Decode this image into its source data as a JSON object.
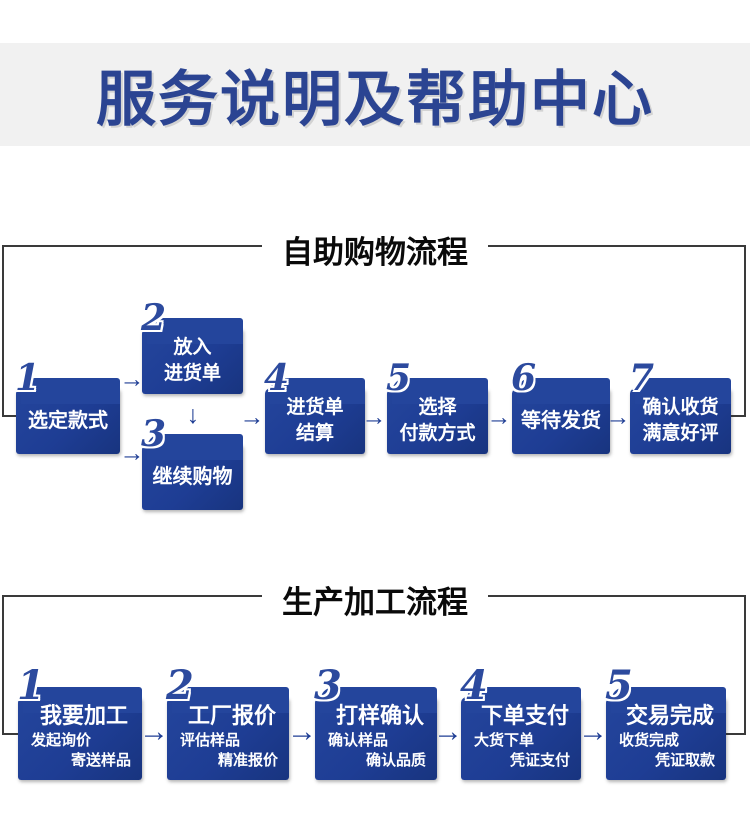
{
  "banner": {
    "title": "服务说明及帮助中心"
  },
  "glyphs": {
    "arrow_right": "→",
    "arrow_down": "↓"
  },
  "colors": {
    "box_blue": "#1e3d94",
    "num_blue": "#2c4a9e",
    "banner_text": "#2b4492",
    "banner_bg": "#f1f1f1",
    "frame_line": "#3a3a3a"
  },
  "sections": [
    {
      "title": "自助购物流程",
      "steps": [
        {
          "num": "1",
          "lines": [
            "选定款式"
          ]
        },
        {
          "num": "2",
          "lines": [
            "放入",
            "进货单"
          ]
        },
        {
          "num": "3",
          "lines": [
            "继续购物"
          ]
        },
        {
          "num": "4",
          "lines": [
            "进货单",
            "结算"
          ]
        },
        {
          "num": "5",
          "lines": [
            "选择",
            "付款方式"
          ]
        },
        {
          "num": "6",
          "lines": [
            "等待发货"
          ]
        },
        {
          "num": "7",
          "lines": [
            "确认收货",
            "满意好评"
          ]
        }
      ]
    },
    {
      "title": "生产加工流程",
      "steps": [
        {
          "num": "1",
          "title": "我要加工",
          "sub_left": "发起询价",
          "sub_right": "寄送样品"
        },
        {
          "num": "2",
          "title": "工厂报价",
          "sub_left": "评估样品",
          "sub_right": "精准报价"
        },
        {
          "num": "3",
          "title": "打样确认",
          "sub_left": "确认样品",
          "sub_right": "确认品质"
        },
        {
          "num": "4",
          "title": "下单支付",
          "sub_left": "大货下单",
          "sub_right": "凭证支付"
        },
        {
          "num": "5",
          "title": "交易完成",
          "sub_left": "收货完成",
          "sub_right": "凭证取款"
        }
      ]
    }
  ]
}
